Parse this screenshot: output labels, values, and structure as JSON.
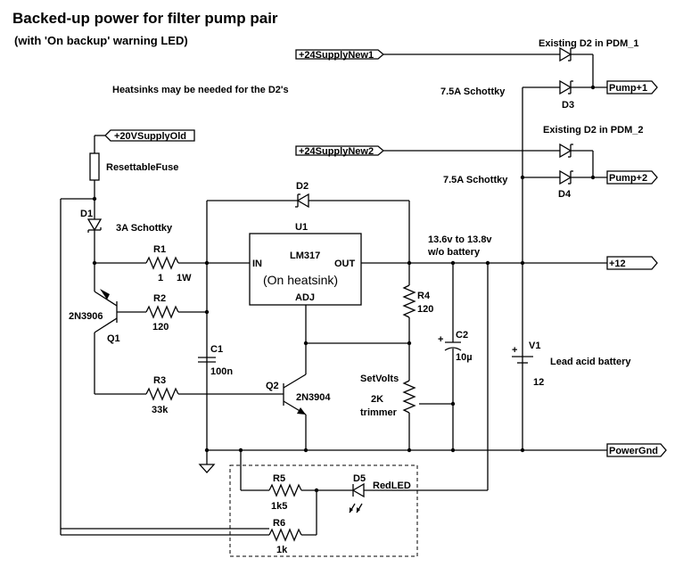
{
  "title": "Backed-up power for filter pump pair",
  "subtitle": "(with 'On backup'  warning LED)",
  "note": "Heatsinks may be needed for the D2's",
  "ports": {
    "supply_new1": "+24SupplyNew1",
    "supply_new2": "+24SupplyNew2",
    "supply_old": "+20VSupplyOld",
    "pump1": "Pump+1",
    "pump2": "Pump+2",
    "plus12": "+12",
    "power_gnd": "PowerGnd"
  },
  "labels": {
    "existing_d2_pdm1": "Existing D2 in PDM_1",
    "existing_d2_pdm2": "Existing D2 in PDM_2",
    "schottky_1": "7.5A Schottky",
    "schottky_2": "7.5A Schottky",
    "d3": "D3",
    "d4": "D4",
    "d2": "D2",
    "u1_ref": "U1",
    "u1_part": "LM317",
    "u1_heatsink": "(On heatsink)",
    "u1_in": "IN",
    "u1_out": "OUT",
    "u1_adj": "ADJ",
    "fuse": "ResettableFuse",
    "d1": "D1",
    "d1_desc": "3A Schottky",
    "r1": "R1",
    "r1_value": "1",
    "r1_power": "1W",
    "r2": "R2",
    "r2_value": "120",
    "q1_part": "2N3906",
    "q1": "Q1",
    "r3": "R3",
    "r3_value": "33k",
    "c1": "C1",
    "c1_value": "100n",
    "q2": "Q2",
    "q2_part": "2N3904",
    "r4": "R4",
    "r4_value": "120",
    "c2": "C2",
    "c2_value": "10µ",
    "c2_plus": "+",
    "setvolts": "SetVolts",
    "trimmer_value": "2K",
    "trimmer_desc": "trimmer",
    "voltage_line1": "13.6v to 13.8v",
    "voltage_line2": "w/o battery",
    "v1": "V1",
    "v1_value": "12",
    "v1_desc": "Lead acid battery",
    "v1_plus": "+",
    "r5": "R5",
    "r5_value": "1k5",
    "r6": "R6",
    "r6_value": "1k",
    "d5": "D5",
    "d5_desc": "RedLED"
  }
}
